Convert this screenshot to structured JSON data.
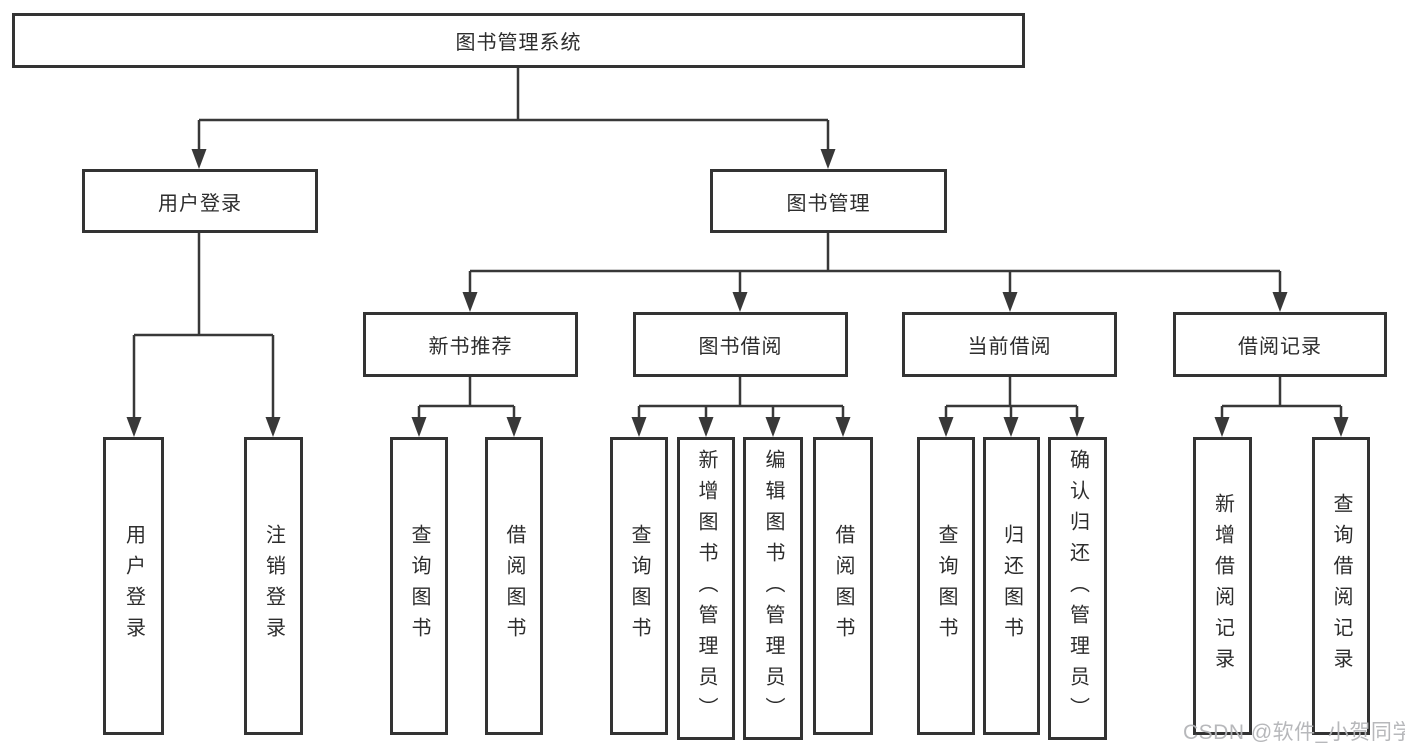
{
  "diagram_title": "图书管理系统",
  "tree": {
    "root": {
      "label": "图书管理系统",
      "children": [
        {
          "label": "用户登录",
          "children": [
            {
              "label": "用户登录"
            },
            {
              "label": "注销登录"
            }
          ]
        },
        {
          "label": "图书管理",
          "children": [
            {
              "label": "新书推荐",
              "children": [
                {
                  "label": "查询图书"
                },
                {
                  "label": "借阅图书"
                }
              ]
            },
            {
              "label": "图书借阅",
              "children": [
                {
                  "label": "查询图书"
                },
                {
                  "label": "新增图书（管理员）"
                },
                {
                  "label": "编辑图书（管理员）"
                },
                {
                  "label": "借阅图书"
                }
              ]
            },
            {
              "label": "当前借阅",
              "children": [
                {
                  "label": "查询图书"
                },
                {
                  "label": "归还图书"
                },
                {
                  "label": "确认归还（管理员）"
                }
              ]
            },
            {
              "label": "借阅记录",
              "children": [
                {
                  "label": "新增借阅记录"
                },
                {
                  "label": "查询借阅记录"
                }
              ]
            }
          ]
        }
      ]
    }
  },
  "watermark": {
    "text": "CSDN @软件_小贺同学"
  },
  "colors": {
    "line": "#383838",
    "box_border": "#333333",
    "text": "#2d2d2d",
    "watermark": "#b4b5b8",
    "background": "#ffffff"
  }
}
